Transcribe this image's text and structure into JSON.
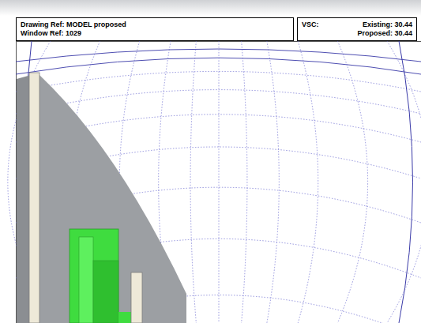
{
  "diagram": {
    "nodes": [
      {
        "text": [
          "Drawing Ref: MODEL proposed",
          "Window Ref: 1029"
        ]
      },
      {
        "text": [
          "VSC:",
          "Existing: 30.44",
          "Proposed: 30.44"
        ]
      }
    ]
  }
}
